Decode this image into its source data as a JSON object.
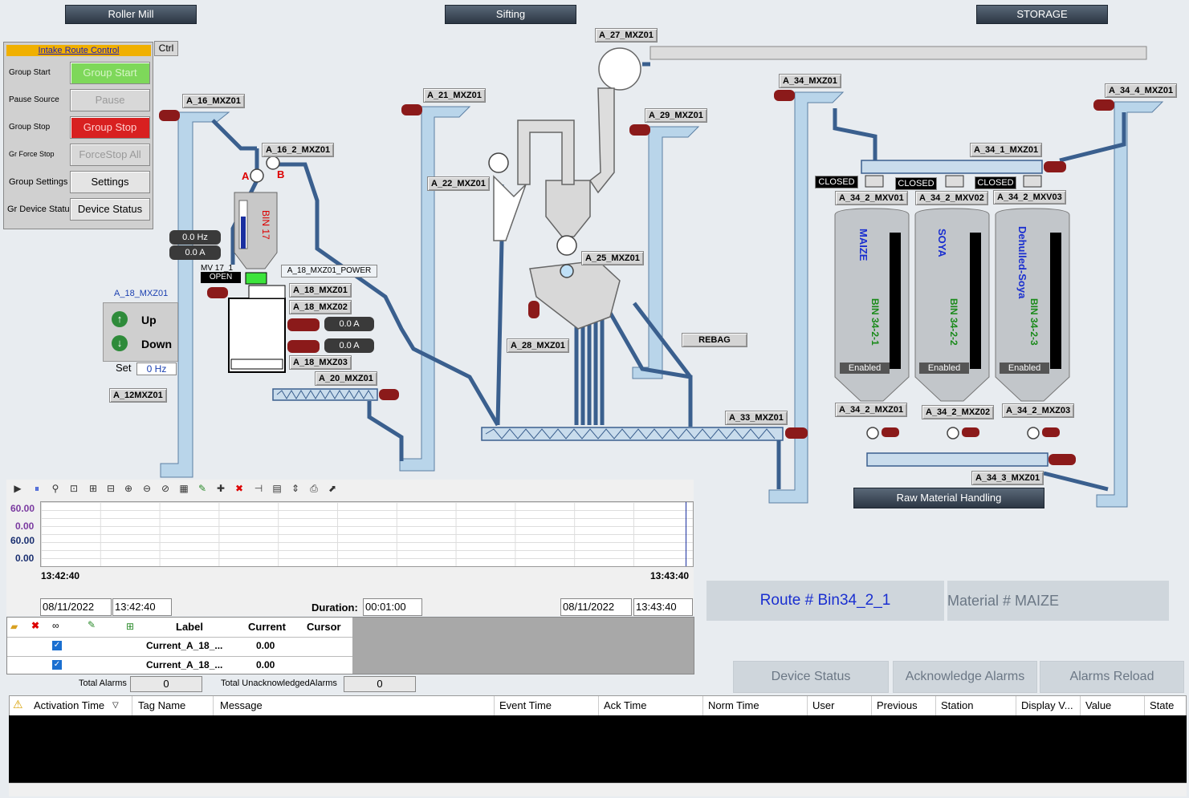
{
  "sections": {
    "roller_mill": "Roller Mill",
    "sifting": "Sifting",
    "storage": "STORAGE",
    "raw_material": "Raw Material Handling"
  },
  "control_panel": {
    "title": "Intake Route Control",
    "ctrl": "Ctrl",
    "rows": [
      {
        "label": "Group Start",
        "button": "Group Start"
      },
      {
        "label": "Pause Source",
        "button": "Pause"
      },
      {
        "label": "Group Stop",
        "button": "Group Stop"
      },
      {
        "label": "Gr Force Stop",
        "button": "ForceStop All"
      },
      {
        "label": "Group Settings",
        "button": "Settings"
      },
      {
        "label": "Gr Device Status",
        "button": "Device Status"
      }
    ]
  },
  "tags": {
    "a16": "A_16_MXZ01",
    "a16_2": "A_16_2_MXZ01",
    "a21": "A_21_MXZ01",
    "a22": "A_22_MXZ01",
    "a27": "A_27_MXZ01",
    "a29": "A_29_MXZ01",
    "a25": "A_25_MXZ01",
    "a28": "A_28_MXZ01",
    "a33": "A_33_MXZ01",
    "a34": "A_34_MXZ01",
    "a34_4": "A_34_4_MXZ01",
    "a34_1": "A_34_1_MXZ01",
    "mxv01": "A_34_2_MXV01",
    "mxv02": "A_34_2_MXV02",
    "mxv03": "A_34_2_MXV03",
    "a342_1": "A_34_2_MXZ01",
    "a342_2": "A_34_2_MXZ02",
    "a342_3": "A_34_2_MXZ03",
    "a34_3": "A_34_3_MXZ01",
    "a18_1": "A_18_MXZ01",
    "a18_2": "A_18_MXZ02",
    "a18_3": "A_18_MXZ03",
    "a20": "A_20_MXZ01",
    "a12": "A_12MXZ01",
    "power": "A_18_MXZ01_POWER",
    "rebag": "REBAG",
    "mv": "MV 17_1",
    "open": "OPEN",
    "a18_link": "A_18_MXZ01"
  },
  "valves": {
    "a": "A",
    "b": "B",
    "closed1": "CLOSED",
    "closed2": "CLOSED",
    "closed3": "CLOSED"
  },
  "bin17": {
    "label": "BIN 17",
    "hz": "0.0 Hz",
    "amp": "0.0 A"
  },
  "currents": {
    "c1": "0.0 A",
    "c2": "0.0 A"
  },
  "updown": {
    "up": "Up",
    "down": "Down",
    "set": "Set",
    "set_val": "0 Hz"
  },
  "bins": [
    {
      "product": "MAIZE",
      "name": "BIN 34-2-1",
      "status": "Enabled"
    },
    {
      "product": "SOYA",
      "name": "BIN 34-2-2",
      "status": "Enabled"
    },
    {
      "product": "Dehulled-Soya",
      "name": "BIN 34-2-3",
      "status": "Enabled"
    }
  ],
  "trend": {
    "yticks": [
      "60.00",
      "0.00",
      "60.00",
      "0.00"
    ],
    "t_start": "13:42:40",
    "t_end": "13:43:40",
    "date_start": "08/11/2022",
    "time_start": "13:42:40",
    "duration_label": "Duration:",
    "duration": "00:01:00",
    "date_end": "08/11/2022",
    "time_end": "13:43:40",
    "cols": {
      "label": "Label",
      "current": "Current",
      "cursor": "Cursor"
    },
    "rows": [
      {
        "label": "Current_A_18_...",
        "current": "0.00"
      },
      {
        "label": "Current_A_18_...",
        "current": "0.00"
      }
    ]
  },
  "route": {
    "route": "Route # Bin34_2_1",
    "material": "Material # MAIZE"
  },
  "buttons": {
    "device_status": "Device Status",
    "ack": "Acknowledge Alarms",
    "reload": "Alarms Reload"
  },
  "alarms": {
    "total_label": "Total Alarms",
    "total": "0",
    "unack_label": "Total  UnacknowledgedAlarms",
    "unack": "0",
    "cols": [
      "Activation Time",
      "Tag Name",
      "Message",
      "Event Time",
      "Ack Time",
      "Norm Time",
      "User",
      "Previous",
      "Station",
      "Display V...",
      "Value",
      "State"
    ]
  },
  "colors": {
    "duct": "#b9d5ea",
    "line": "#3a5f8e",
    "motor": "#8b1a1a"
  }
}
